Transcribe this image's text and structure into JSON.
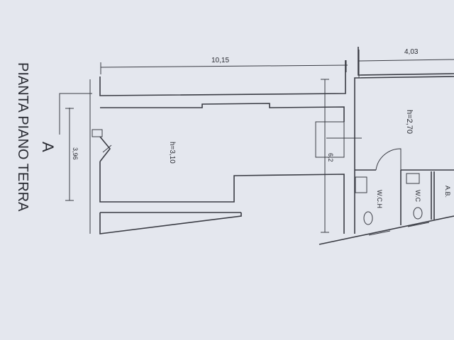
{
  "title": "PIANTA PIANO TERRA",
  "section_marker": "A",
  "dimensions": {
    "main_length": "10,15",
    "main_width": "3,96",
    "right_length": "4,03",
    "cross": "6,2"
  },
  "rooms": {
    "main_height": "h=3,10",
    "right_height": "h=2,70",
    "wc_h": "W.C.H",
    "wc": "W.C",
    "ab": "A.B."
  }
}
